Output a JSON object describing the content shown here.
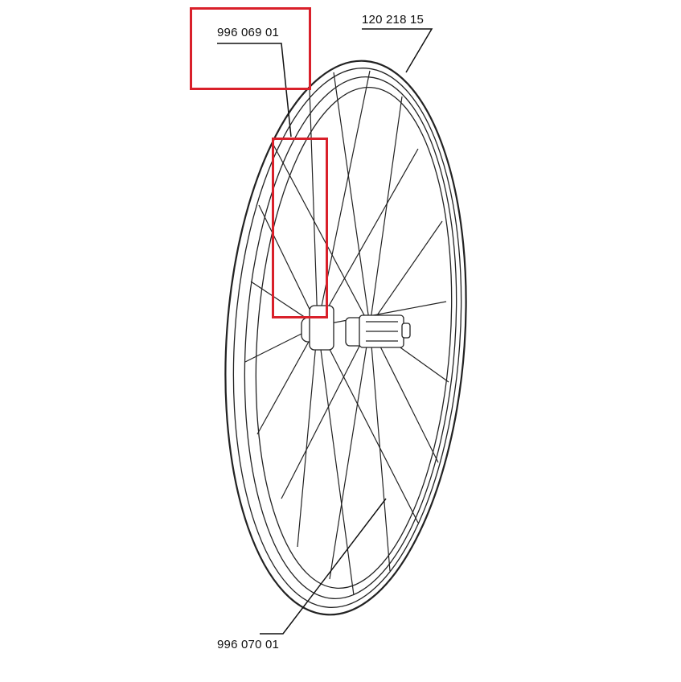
{
  "diagram": {
    "type": "exploded-parts-drawing",
    "subject": "rear bicycle wheel",
    "labels": [
      {
        "id": "spoke-part",
        "text": "996 069 01"
      },
      {
        "id": "rim-part",
        "text": "120 218 15"
      },
      {
        "id": "spoke-lower-part",
        "text": "996 070 01"
      }
    ],
    "highlight_color": "#d9202a"
  }
}
